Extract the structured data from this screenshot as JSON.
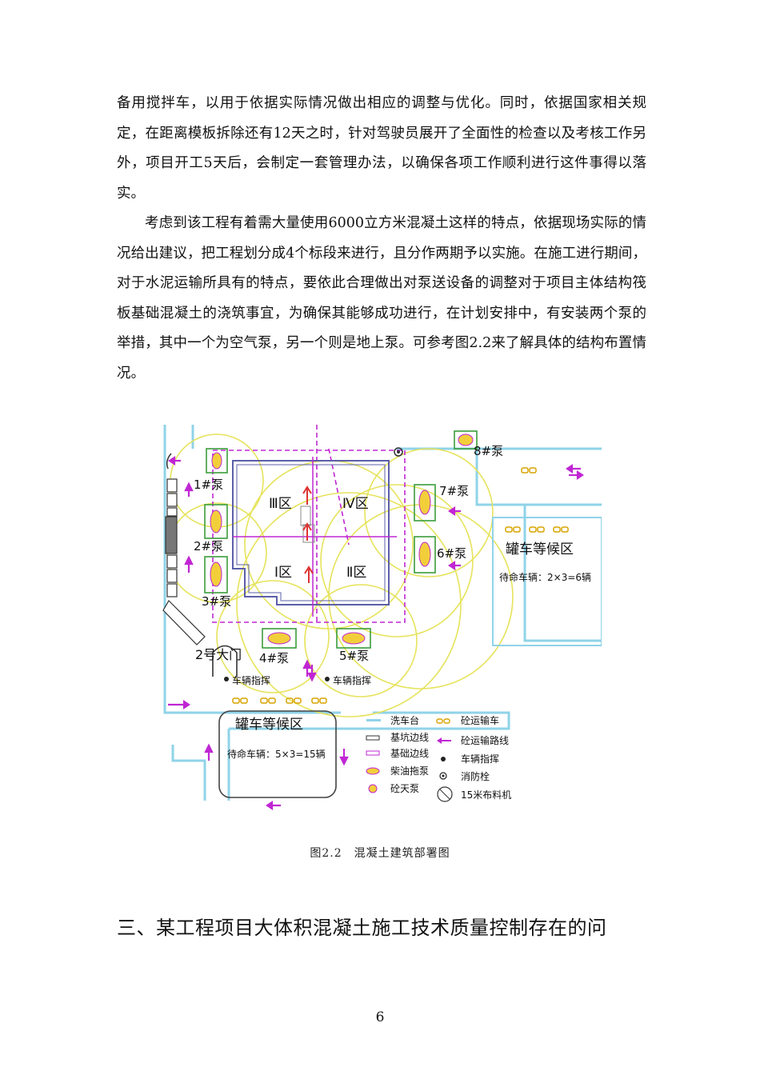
{
  "paragraphs": [
    "备用搅拌车，以用于依据实际情况做出相应的调整与优化。同时，依据国家相关规定，在距离模板拆除还有12天之时，针对驾驶员展开了全面性的检查以及考核工作另外，项目开工5天后，会制定一套管理办法，以确保各项工作顺利进行这件事得以落实。",
    "考虑到该工程有着需大量使用6000立方米混凝土这样的特点，依据现场实际的情况给出建议，把工程划分成4个标段来进行，且分作两期予以实施。在施工进行期间，对于水泥运输所具有的特点，要依此合理做出对泵送设备的调整对于项目主体结构筏板基础混凝土的浇筑事宜，为确保其能够成功进行，在计划安排中，有安装两个泵的举措，其中一个为空气泵，另一个则是地上泵。可参考图2.2来了解具体的结构布置情况。"
  ],
  "figure": {
    "caption": "图2.2　混凝土建筑部署图",
    "zones": [
      "Ⅲ区",
      "Ⅳ区",
      "Ⅰ区",
      "Ⅱ区"
    ],
    "pumps": [
      "1#泵",
      "2#泵",
      "3#泵",
      "4#泵",
      "5#泵",
      "6#泵",
      "7#泵",
      "8#泵"
    ],
    "gate": "2号大门",
    "traffic_command": "车辆指挥",
    "waiting_area": "罐车等候区",
    "waiting_right": "待命车辆：2×3=6辆",
    "waiting_bottom": "待命车辆：5×3=15辆",
    "legend": {
      "left": [
        "洗车台",
        "基坑边线",
        "基础边线",
        "柴油拖泵",
        "砼天泵"
      ],
      "right": [
        "砼运输车",
        "砼运输路线",
        "车辆指挥",
        "消防栓",
        "15米布料机"
      ]
    },
    "colors": {
      "road": "#8fd3e8",
      "route": "#c026d3",
      "crane_circle": "#e6e35c",
      "zone_line": "#5b5fa8",
      "pump_box": "#3a9d3a",
      "pump_fill": "#f2cf3a"
    }
  },
  "heading": "三、某工程项目大体积混凝土施工技术质量控制存在的问",
  "page_number": "6"
}
